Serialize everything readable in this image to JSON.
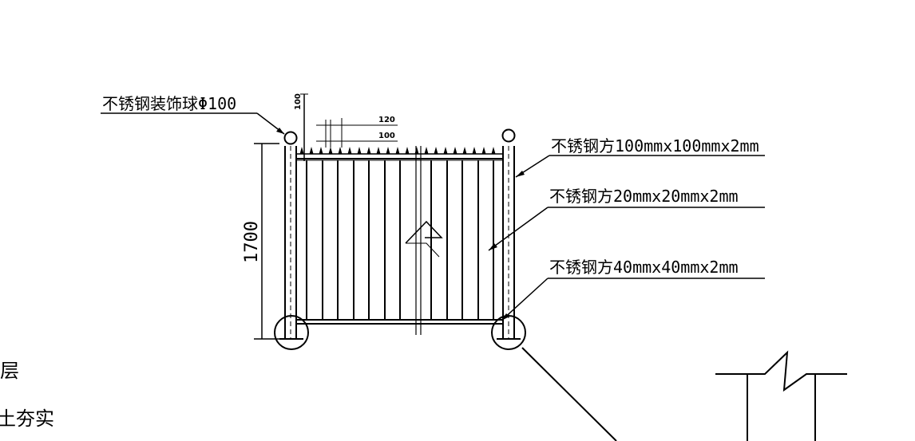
{
  "colors": {
    "line": "#000000",
    "background": "#ffffff"
  },
  "labels": {
    "ball": "不锈钢装饰球Φ100",
    "tube100": "不锈钢方100mmx100mmx2mm",
    "tube20": "不锈钢方20mmx20mmx2mm",
    "tube40": "不锈钢方40mmx40mmx2mm",
    "layer": "层",
    "compact": "土夯实"
  },
  "dimensions": {
    "height": "1700",
    "spike_height": "100",
    "pitch_outer": "120",
    "pitch_inner": "100"
  }
}
